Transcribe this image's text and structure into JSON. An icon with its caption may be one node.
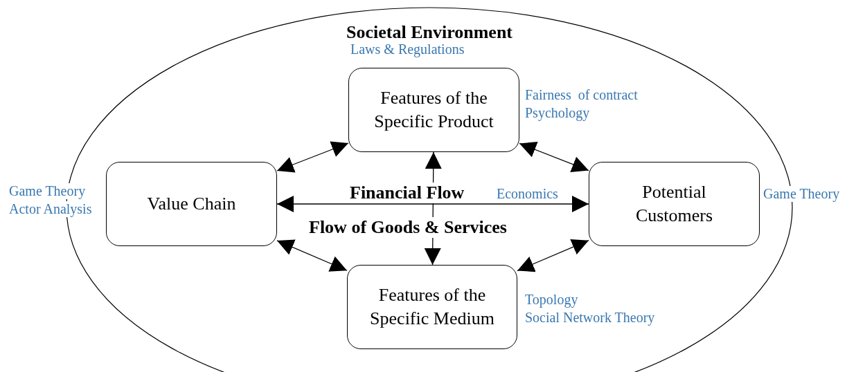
{
  "diagram": {
    "nodes": [
      {
        "text": [
          "Societal Environment"
        ]
      },
      {
        "text": [
          "Features of the Specific Product"
        ],
        "in": 0,
        "beside": [
          "Laws & Regulations",
          "Fairness  of contract",
          "Psychology"
        ]
      },
      {
        "text": [
          "Value Chain"
        ],
        "in": 0,
        "beside": [
          "Game Theory",
          "Actor Analysis"
        ]
      },
      {
        "text": [
          "Potential Customers"
        ],
        "in": 0,
        "beside": [
          "Game Theory"
        ]
      },
      {
        "text": [
          "Features of the Specific Medium"
        ],
        "in": 0,
        "beside": [
          "Topology",
          "Social Network Theory"
        ]
      }
    ],
    "edges": [
      {
        "from": 2,
        "to": 1,
        "arrow": "both"
      },
      {
        "from": 1,
        "to": 3,
        "arrow": "both"
      },
      {
        "from": 2,
        "to": 4,
        "arrow": "both"
      },
      {
        "from": 4,
        "to": 3,
        "arrow": "both"
      },
      {
        "from": 2,
        "to": 3,
        "arrow": "both"
      },
      {
        "from": 1,
        "to": 4,
        "arrow": "both"
      }
    ],
    "labels": [
      "Financial Flow",
      "Economics",
      "Flow of Goods & Services"
    ]
  }
}
